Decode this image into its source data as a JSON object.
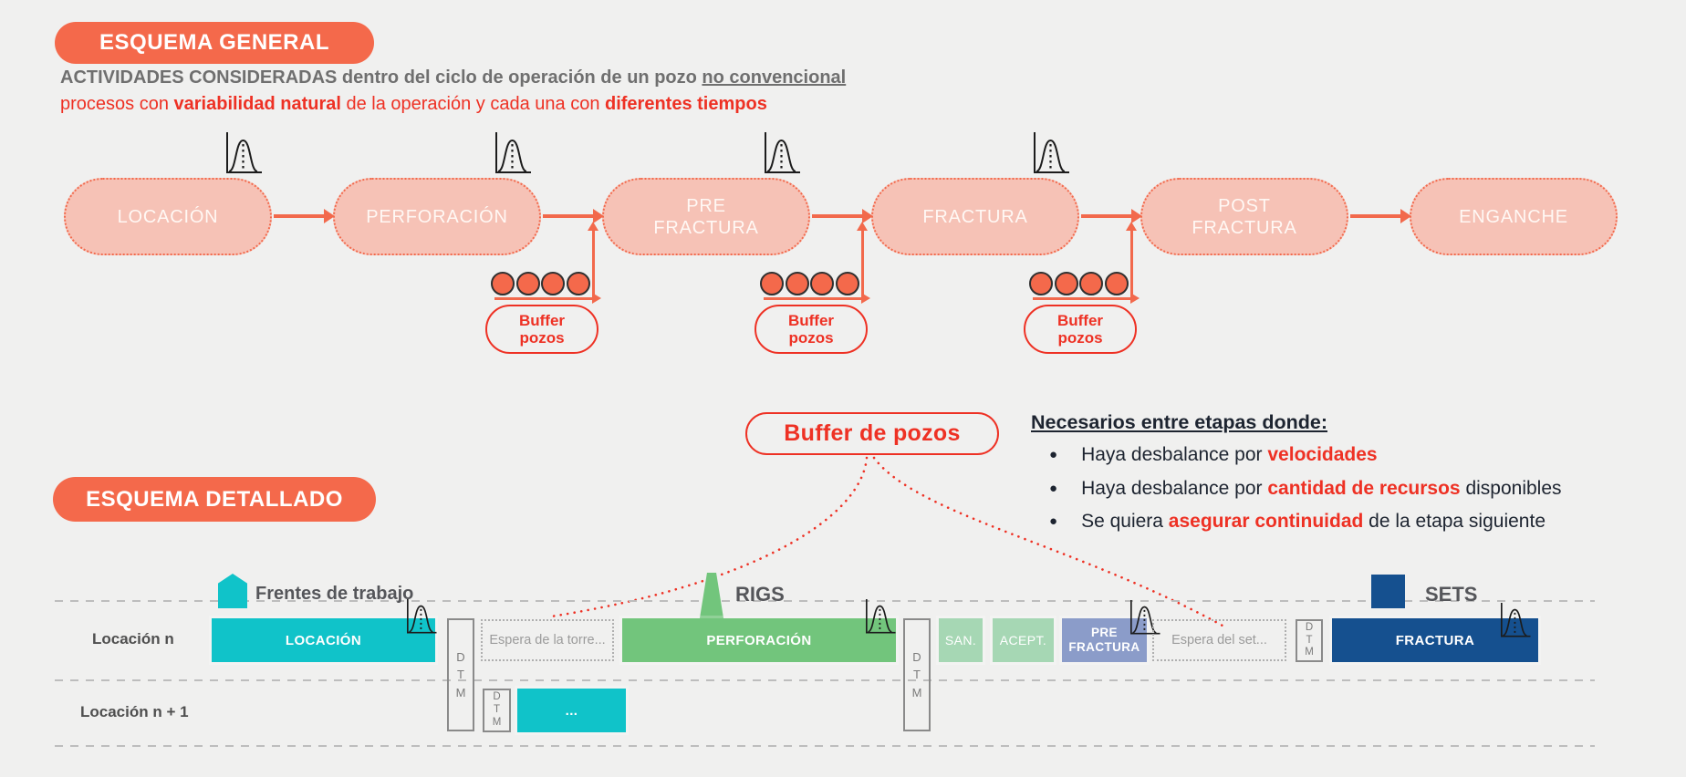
{
  "colors": {
    "accent_orange": "#F4694B",
    "stage_fill": "#F6C2B6",
    "red": "#EE3124",
    "teal": "#10C3C9",
    "green": "#72C57C",
    "pale_green": "#A6D7B4",
    "periwinkle": "#8B9CC9",
    "navy": "#15508F",
    "gray_text": "#6F6F6F",
    "dark_text": "#1D2430"
  },
  "general": {
    "badge": "ESQUEMA GENERAL",
    "line1": [
      {
        "text": "ACTIVIDADES CONSIDERADAS dentro del ciclo de operación de un pozo ",
        "bold": true
      },
      {
        "text": "no convencional",
        "bold": true,
        "underline": true
      }
    ],
    "line2": [
      {
        "text": "procesos con "
      },
      {
        "text": "variabilidad natural",
        "bold": true
      },
      {
        "text": " de la operación y cada una con "
      },
      {
        "text": "diferentes tiempos",
        "bold": true
      }
    ],
    "stages": [
      {
        "label": "LOCACIÓN"
      },
      {
        "label": "PERFORACIÓN"
      },
      {
        "label": "PRE\nFRACTURA"
      },
      {
        "label": "FRACTURA"
      },
      {
        "label": "POST\nFRACTURA"
      },
      {
        "label": "ENGANCHE"
      }
    ],
    "buffer_groups": [
      {
        "label": "Buffer\npozos",
        "circles": 4
      },
      {
        "label": "Buffer\npozos",
        "circles": 4
      },
      {
        "label": "Buffer\npozos",
        "circles": 4
      }
    ]
  },
  "callout": {
    "label": "Buffer de pozos"
  },
  "notes": {
    "heading": "Necesarios entre etapas donde:",
    "marker": "●",
    "bullets": [
      [
        {
          "text": "Haya desbalance por "
        },
        {
          "text": "velocidades",
          "bold": true,
          "color": "#EE3124"
        }
      ],
      [
        {
          "text": "Haya desbalance por "
        },
        {
          "text": "cantidad de recursos",
          "bold": true,
          "color": "#EE3124"
        },
        {
          "text": " disponibles"
        }
      ],
      [
        {
          "text": "Se quiera "
        },
        {
          "text": "asegurar continuidad",
          "bold": true,
          "color": "#EE3124"
        },
        {
          "text": " de la etapa siguiente"
        }
      ]
    ]
  },
  "detallado": {
    "badge": "ESQUEMA DETALLADO",
    "legends": [
      {
        "icon": "work-front-pentagon",
        "label": "Frentes de trabajo"
      },
      {
        "icon": "rig-trapezoid",
        "label": "RIGS"
      },
      {
        "icon": "set-square",
        "label": "SETS"
      }
    ],
    "rows": [
      {
        "label": "Locación n"
      },
      {
        "label": "Locación n + 1"
      }
    ],
    "bars": {
      "locacion": "LOCACIÓN",
      "dtm": "D\nT\nM",
      "espera_torre": "Espera de la torre...",
      "perforacion": "PERFORACIÓN",
      "san": "SAN.",
      "acept": "ACEPT.",
      "pre_fractura": "PRE\nFRACTURA",
      "espera_set": "Espera del set...",
      "fractura": "FRACTURA",
      "continuation": "..."
    }
  }
}
